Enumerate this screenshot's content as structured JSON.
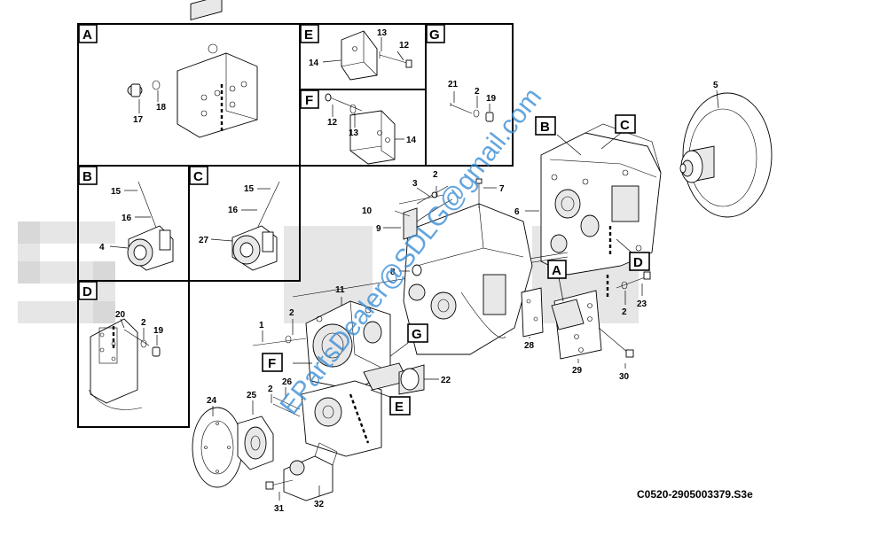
{
  "drawing_code": "C0520-2905003379.S3e",
  "watermark_email": "EPartsDealer@SDLG@gmail.com",
  "panels": {
    "A": {
      "tag": "A",
      "labels": [
        "17",
        "18"
      ]
    },
    "B": {
      "tag": "B",
      "labels": [
        "15",
        "16",
        "4"
      ]
    },
    "C": {
      "tag": "C",
      "labels": [
        "15",
        "16",
        "27"
      ]
    },
    "D": {
      "tag": "D",
      "labels": [
        "20",
        "2",
        "19"
      ]
    },
    "E": {
      "tag": "E",
      "labels": [
        "13",
        "12",
        "14"
      ]
    },
    "F": {
      "tag": "F",
      "labels": [
        "12",
        "13",
        "14"
      ]
    },
    "G": {
      "tag": "G",
      "labels": [
        "21",
        "2",
        "19"
      ]
    }
  },
  "main_labels": [
    "5",
    "6",
    "7",
    "2",
    "3",
    "10",
    "9",
    "8",
    "11",
    "1",
    "2",
    "28",
    "29",
    "30",
    "23",
    "2",
    "22",
    "24",
    "25",
    "26",
    "2",
    "31",
    "32"
  ],
  "main_tags": [
    "B",
    "C",
    "D",
    "A",
    "G",
    "F",
    "E"
  ]
}
